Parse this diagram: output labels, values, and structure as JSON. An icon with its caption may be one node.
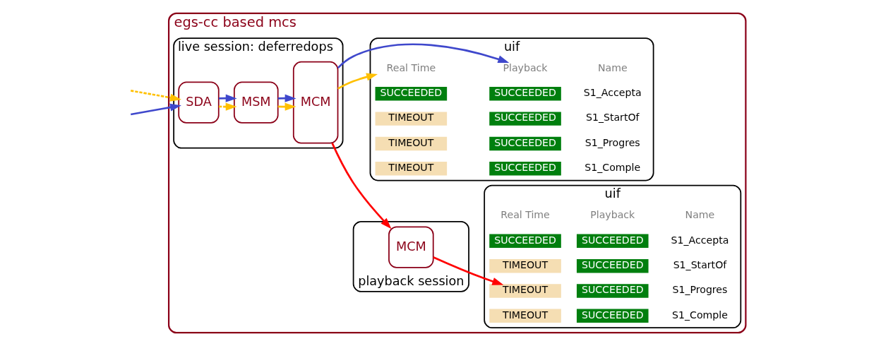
{
  "diagram": {
    "nodes": [
      {
        "text": [
          "egs-cc based mcs"
        ]
      },
      {
        "text": [
          "live session: deferredops"
        ],
        "in": 0
      },
      {
        "text": [
          "SDA"
        ],
        "in": 1
      },
      {
        "text": [
          "MSM"
        ],
        "in": 1
      },
      {
        "text": [
          "MCM"
        ],
        "in": 1
      },
      {
        "text": [
          "playback session"
        ],
        "in": 0
      },
      {
        "text": [
          "MCM"
        ],
        "in": 5
      },
      {
        "text": [
          "uif"
        ],
        "in": 0
      },
      {
        "text": [
          "Real Time"
        ],
        "in": 7
      },
      {
        "text": [
          "Playback"
        ],
        "in": 7
      },
      {
        "text": [
          "Name"
        ],
        "in": 7
      },
      {
        "text": [
          "SUCCEEDED"
        ],
        "in": 7
      },
      {
        "text": [
          "SUCCEEDED"
        ],
        "in": 7
      },
      {
        "text": [
          "S1_Accepta"
        ],
        "in": 7
      },
      {
        "text": [
          "TIMEOUT"
        ],
        "in": 7
      },
      {
        "text": [
          "SUCCEEDED"
        ],
        "in": 7
      },
      {
        "text": [
          "S1_StartOf"
        ],
        "in": 7
      },
      {
        "text": [
          "TIMEOUT"
        ],
        "in": 7
      },
      {
        "text": [
          "SUCCEEDED"
        ],
        "in": 7
      },
      {
        "text": [
          "S1_Progres"
        ],
        "in": 7
      },
      {
        "text": [
          "TIMEOUT"
        ],
        "in": 7
      },
      {
        "text": [
          "SUCCEEDED"
        ],
        "in": 7
      },
      {
        "text": [
          "S1_Comple"
        ],
        "in": 7
      },
      {
        "text": [
          "uif"
        ],
        "in": 0
      },
      {
        "text": [
          "Real Time"
        ],
        "in": 23
      },
      {
        "text": [
          "Playback"
        ],
        "in": 23
      },
      {
        "text": [
          "Name"
        ],
        "in": 23
      },
      {
        "text": [
          "SUCCEEDED"
        ],
        "in": 23
      },
      {
        "text": [
          "SUCCEEDED"
        ],
        "in": 23
      },
      {
        "text": [
          "S1_Accepta"
        ],
        "in": 23
      },
      {
        "text": [
          "TIMEOUT"
        ],
        "in": 23
      },
      {
        "text": [
          "SUCCEEDED"
        ],
        "in": 23
      },
      {
        "text": [
          "S1_StartOf"
        ],
        "in": 23
      },
      {
        "text": [
          "TIMEOUT"
        ],
        "in": 23
      },
      {
        "text": [
          "SUCCEEDED"
        ],
        "in": 23
      },
      {
        "text": [
          "S1_Progres"
        ],
        "in": 23
      },
      {
        "text": [
          "TIMEOUT"
        ],
        "in": 23
      },
      {
        "text": [
          "SUCCEEDED"
        ],
        "in": 23
      },
      {
        "text": [
          "S1_Comple"
        ],
        "in": 23
      }
    ],
    "edges": [
      {
        "from": null,
        "to": 2,
        "arrow": "to",
        "style": "dashed",
        "color": "#ffc000"
      },
      {
        "from": null,
        "to": 2,
        "arrow": "to",
        "color": "#3f48cc"
      },
      {
        "from": 2,
        "to": 3,
        "arrow": "to",
        "style": "dashed",
        "color": "#ffc000"
      },
      {
        "from": 2,
        "to": 3,
        "arrow": "to",
        "color": "#3f48cc"
      },
      {
        "from": 3,
        "to": 4,
        "arrow": "to",
        "color": "#ffc000"
      },
      {
        "from": 3,
        "to": 4,
        "arrow": "to",
        "color": "#3f48cc"
      },
      {
        "from": 4,
        "to": 8,
        "arrow": "to",
        "color": "#ffc000"
      },
      {
        "from": 4,
        "to": 9,
        "arrow": "to",
        "color": "#3f48cc"
      },
      {
        "from": 4,
        "to": 6,
        "arrow": "to",
        "color": "#ff0000"
      },
      {
        "from": 6,
        "to": 33,
        "arrow": "to",
        "color": "#ff0000"
      }
    ]
  }
}
